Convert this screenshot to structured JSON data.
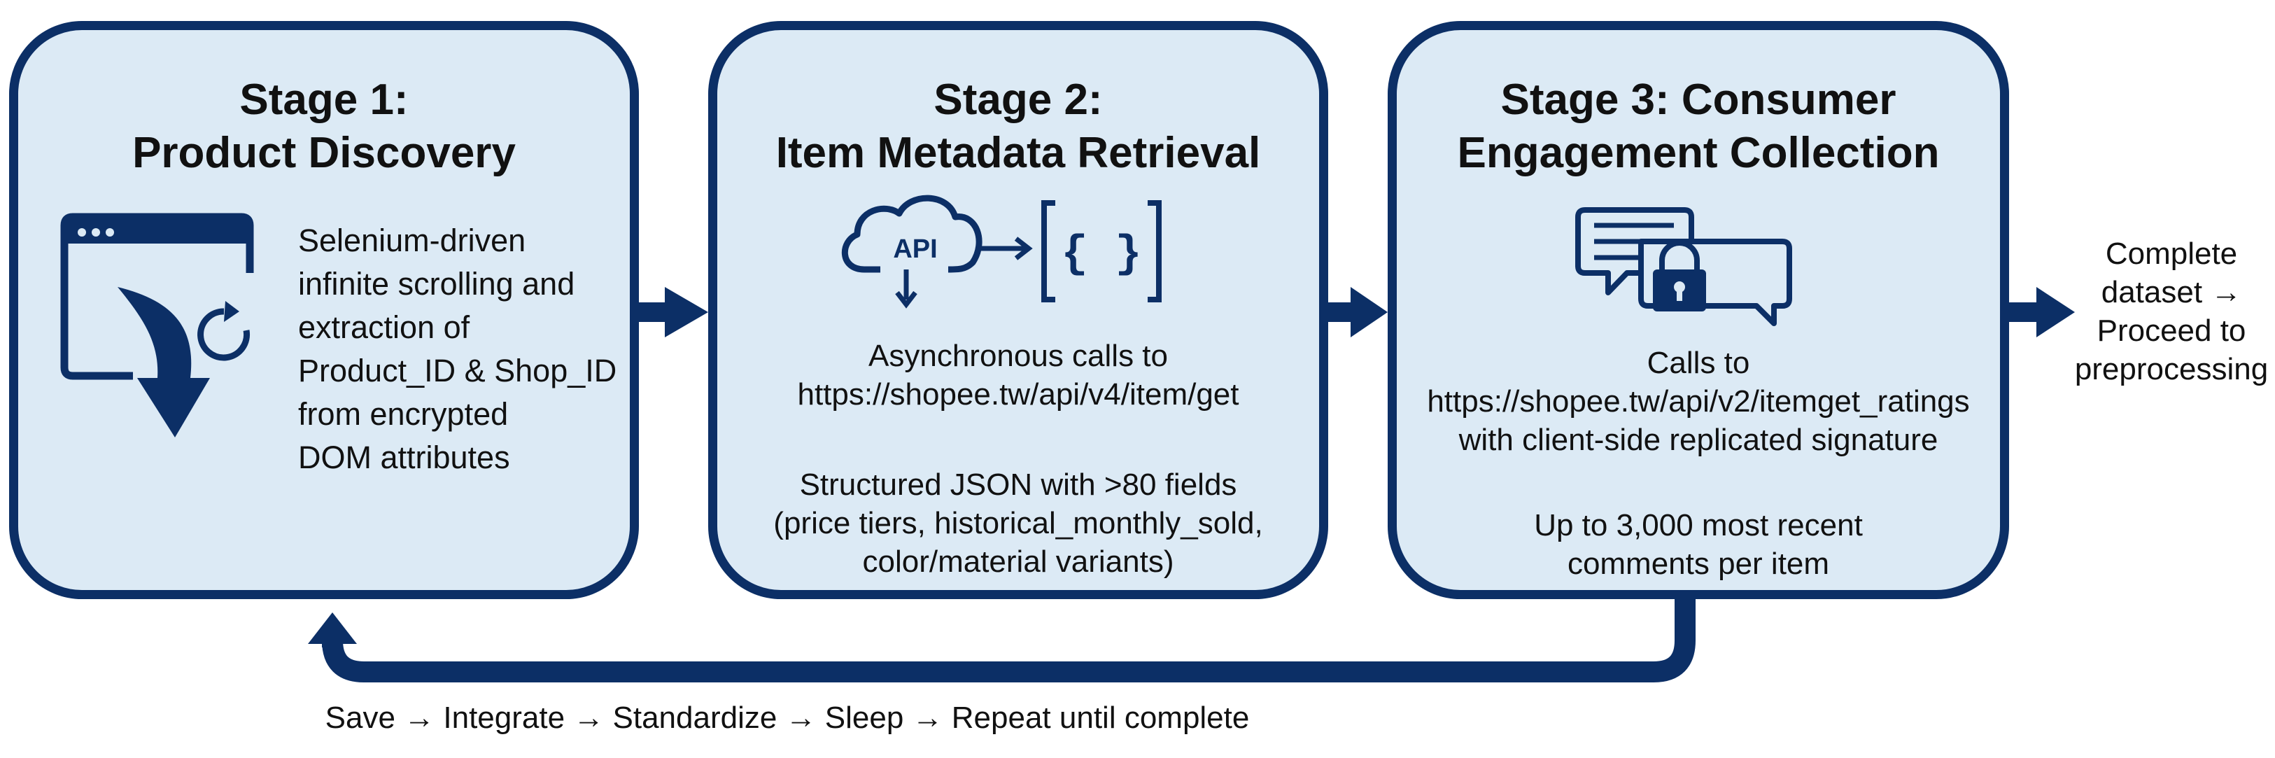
{
  "stages": [
    {
      "title_lines": [
        "Stage 1:",
        "Product Discovery"
      ],
      "icon": "browser-scroll-icon",
      "body_lines": [
        "Selenium-driven",
        "infinite scrolling and",
        "extraction of",
        "Product_ID & Shop_ID",
        "from encrypted",
        "DOM attributes"
      ]
    },
    {
      "title_lines": [
        "Stage 2:",
        "Item Metadata Retrieval"
      ],
      "icon": "api-cloud-json-icon",
      "api_label": "API",
      "json_label": "{ }",
      "body_lines": [
        "Asynchronous calls to",
        "https://shopee.tw/api/v4/item/get"
      ],
      "body2_lines": [
        "Structured JSON with >80 fields",
        "(price tiers, historical_monthly_sold,",
        "color/material variants)"
      ]
    },
    {
      "title_lines": [
        "Stage 3: Consumer",
        "Engagement Collection"
      ],
      "icon": "chat-lock-icon",
      "body_lines": [
        "Calls to",
        "https://shopee.tw/api/v2/itemget_ratings",
        "with client-side replicated signature"
      ],
      "body2_lines": [
        "Up to 3,000 most recent",
        "comments per item"
      ]
    }
  ],
  "final_output_lines": [
    "Complete",
    "dataset →",
    "Proceed to",
    "preprocessing"
  ],
  "loop_label": "Save → Integrate → Standardize → Sleep → Repeat until complete",
  "colors": {
    "border": "#0c2f66",
    "fill": "#dceaf5",
    "text": "#111111"
  }
}
